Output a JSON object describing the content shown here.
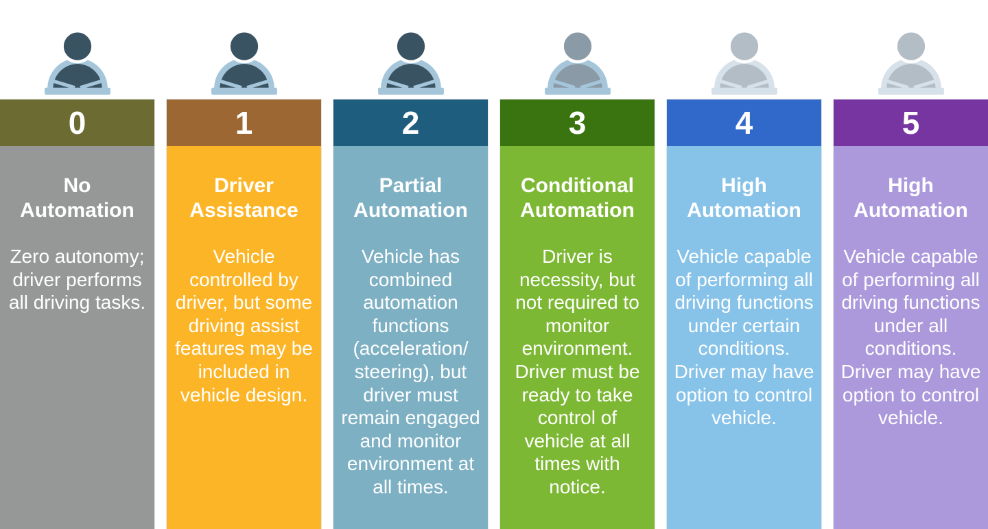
{
  "levels": [
    {
      "number": "0",
      "title": "No Automation",
      "description": "Zero autonomy; driver performs all driving tasks.",
      "colors": {
        "header": "#6C6B31",
        "body": "#969897",
        "person": "#3A5363",
        "wheel": "#A5C6DA"
      }
    },
    {
      "number": "1",
      "title": "Driver Assistance",
      "description": "Vehicle controlled by driver, but some driving assist features may be included in vehicle design.",
      "colors": {
        "header": "#9C6733",
        "body": "#FCB527",
        "person": "#3A5363",
        "wheel": "#A5C6DA"
      }
    },
    {
      "number": "2",
      "title": "Partial Automation",
      "description": "Vehicle has combined automation functions (acceleration/ steering), but driver must remain engaged and monitor environment at all times.",
      "colors": {
        "header": "#1F5D7E",
        "body": "#7EB0C3",
        "person": "#3A5363",
        "wheel": "#A5C6DA"
      }
    },
    {
      "number": "3",
      "title": "Conditional Automation",
      "description": "Driver is necessity, but not required to monitor environment. Driver must be ready to take control of vehicle at all times with notice.",
      "colors": {
        "header": "#3A7410",
        "body": "#7DB834",
        "person": "#8A9AA6",
        "wheel": "#A5C6DA"
      }
    },
    {
      "number": "4",
      "title": "High Automation",
      "description": "Vehicle capable of performing all driving functions under certain conditions. Driver may have option to control vehicle.",
      "colors": {
        "header": "#3169CB",
        "body": "#87C2E8",
        "person": "#B3BDC5",
        "wheel": "#D7E1E9"
      }
    },
    {
      "number": "5",
      "title": "High Automation",
      "description": "Vehicle capable of performing all driving functions under all conditions. Driver may have option to control vehicle.",
      "colors": {
        "header": "#7635A1",
        "body": "#AB99DC",
        "person": "#B3BDC5",
        "wheel": "#D7E1E9"
      }
    }
  ]
}
